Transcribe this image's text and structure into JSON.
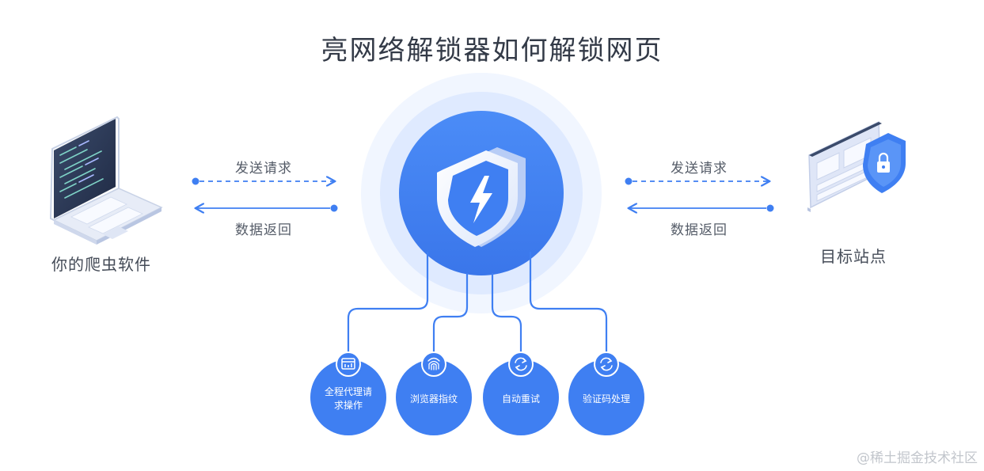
{
  "title": "亮网络解锁器如何解锁网页",
  "left_node": {
    "label": "你的爬虫软件",
    "icon": "laptop-code-icon"
  },
  "right_node": {
    "label": "目标站点",
    "icon": "website-lock-icon"
  },
  "center_node": {
    "icon": "shield-lightning-icon"
  },
  "flows": {
    "left": {
      "request_label": "发送请求",
      "response_label": "数据返回"
    },
    "right": {
      "request_label": "发送请求",
      "response_label": "数据返回"
    }
  },
  "features": [
    {
      "label": "全程代理请求操作",
      "icon": "browser-window-icon"
    },
    {
      "label": "浏览器指纹",
      "icon": "fingerprint-icon"
    },
    {
      "label": "自动重试",
      "icon": "refresh-icon"
    },
    {
      "label": "验证码处理",
      "icon": "refresh-icon"
    }
  ],
  "watermark": "@稀土掘金技术社区",
  "colors": {
    "primary": "#3f7ff2",
    "halo": "#eaf2ff",
    "text": "#333a47"
  }
}
